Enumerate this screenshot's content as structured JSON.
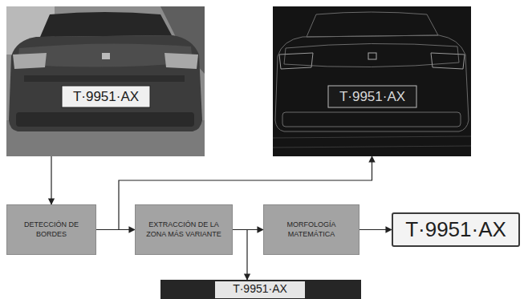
{
  "diagram": {
    "nodes": [
      {
        "text": [
          "T·9951·AX"
        ]
      },
      {
        "text": [
          "T·9951·AX"
        ]
      },
      {
        "text": [
          "DETECCIÓN DE BORDES"
        ]
      },
      {
        "text": [
          "EXTRACCIÓN DE LA ZONA MÁS VARIANTE"
        ]
      },
      {
        "text": [
          "MORFOLOGÍA MATEMÁTICA"
        ]
      },
      {
        "text": [
          "T·9951·AX"
        ]
      },
      {
        "text": [
          "T·9951·AX"
        ]
      }
    ],
    "edges": [
      {
        "from": 0,
        "to": 2,
        "arrow": "to"
      },
      {
        "from": 2,
        "to": 3,
        "arrow": "to"
      },
      {
        "from": 2,
        "to": 1,
        "arrow": "to"
      },
      {
        "from": 3,
        "to": 4,
        "arrow": "to"
      },
      {
        "from": 3,
        "to": 6,
        "arrow": "to"
      },
      {
        "from": 4,
        "to": 5,
        "arrow": "to"
      }
    ]
  }
}
